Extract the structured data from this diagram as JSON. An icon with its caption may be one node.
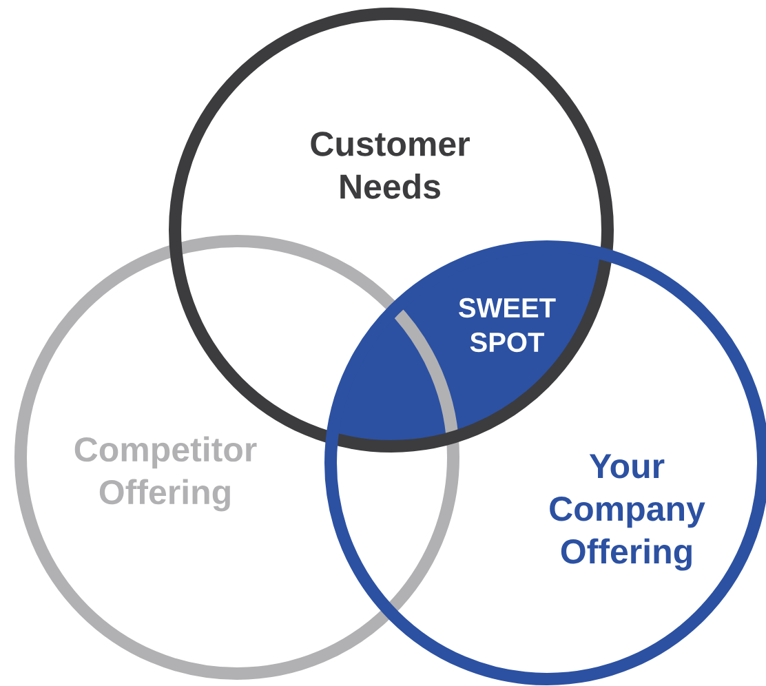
{
  "diagram": {
    "nodes": [
      {
        "text": [
          "Customer Needs"
        ]
      },
      {
        "text": [
          "SWEET SPOT"
        ]
      },
      {
        "text": [
          "Competitor Offering"
        ]
      },
      {
        "text": [
          "Your Company Offering"
        ]
      }
    ]
  }
}
